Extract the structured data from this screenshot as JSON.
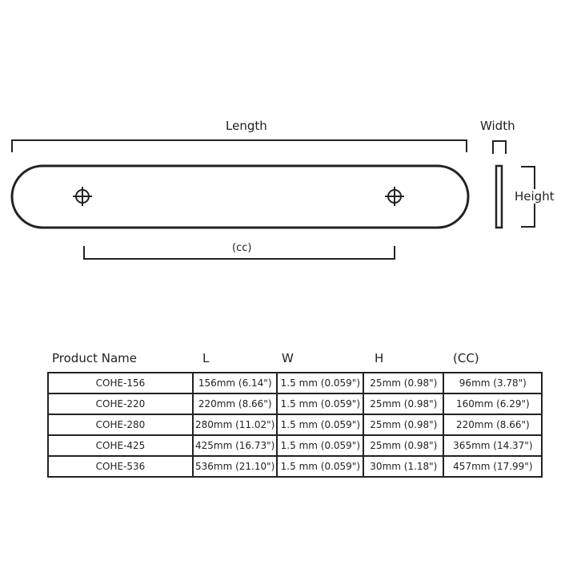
{
  "diagram": {
    "length_label": "Length",
    "width_label": "Width",
    "height_label": "Height",
    "cc_label": "(cc)"
  },
  "table": {
    "headers": [
      "Product Name",
      "L",
      "W",
      "H",
      "(CC)"
    ],
    "rows": [
      [
        "COHE-156",
        "156mm (6.14\")",
        "1.5 mm (0.059\")",
        "25mm (0.98\")",
        "96mm (3.78\")"
      ],
      [
        "COHE-220",
        "220mm (8.66\")",
        "1.5 mm (0.059\")",
        "25mm (0.98\")",
        "160mm (6.29\")"
      ],
      [
        "COHE-280",
        "280mm (11.02\")",
        "1.5 mm (0.059\")",
        "25mm (0.98\")",
        "220mm (8.66\")"
      ],
      [
        "COHE-425",
        "425mm (16.73\")",
        "1.5 mm (0.059\")",
        "25mm (0.98\")",
        "365mm (14.37\")"
      ],
      [
        "COHE-536",
        "536mm (21.10\")",
        "1.5 mm (0.059\")",
        "30mm (1.18\")",
        "457mm (17.99\")"
      ]
    ]
  }
}
